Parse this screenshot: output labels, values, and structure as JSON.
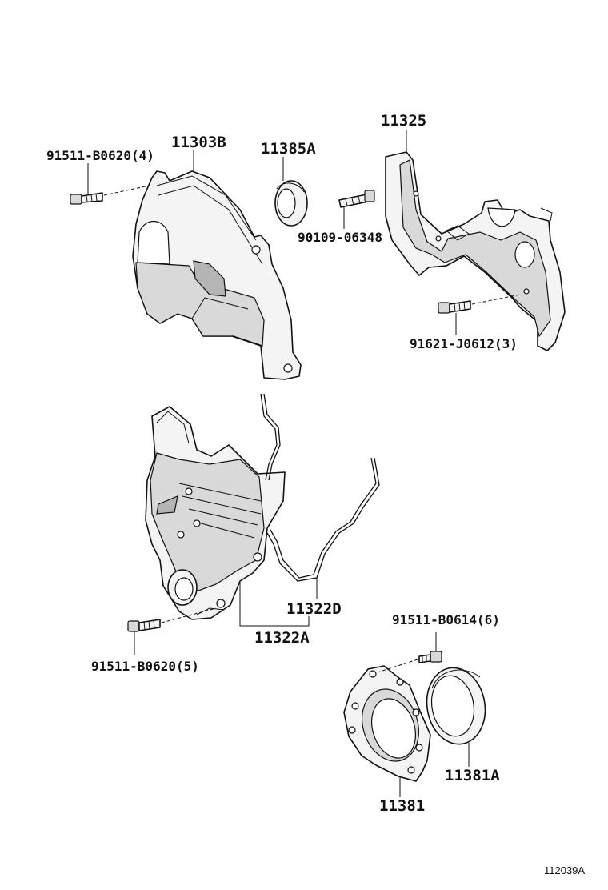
{
  "labels": {
    "cover_upper": "11303B",
    "seal_upper": "11385A",
    "plate": "11325",
    "bolt_upper_left": "91511-B0620(4)",
    "stud": "90109-06348",
    "bolt_plate": "91621-J0612(3)",
    "gasket": "11322D",
    "cover_lower": "11322A",
    "bolt_lower_left": "91511-B0620(5)",
    "bolt_retainer": "91511-B0614(6)",
    "retainer": "11381",
    "seal_rear": "11381A"
  },
  "figure_id": "112039A"
}
